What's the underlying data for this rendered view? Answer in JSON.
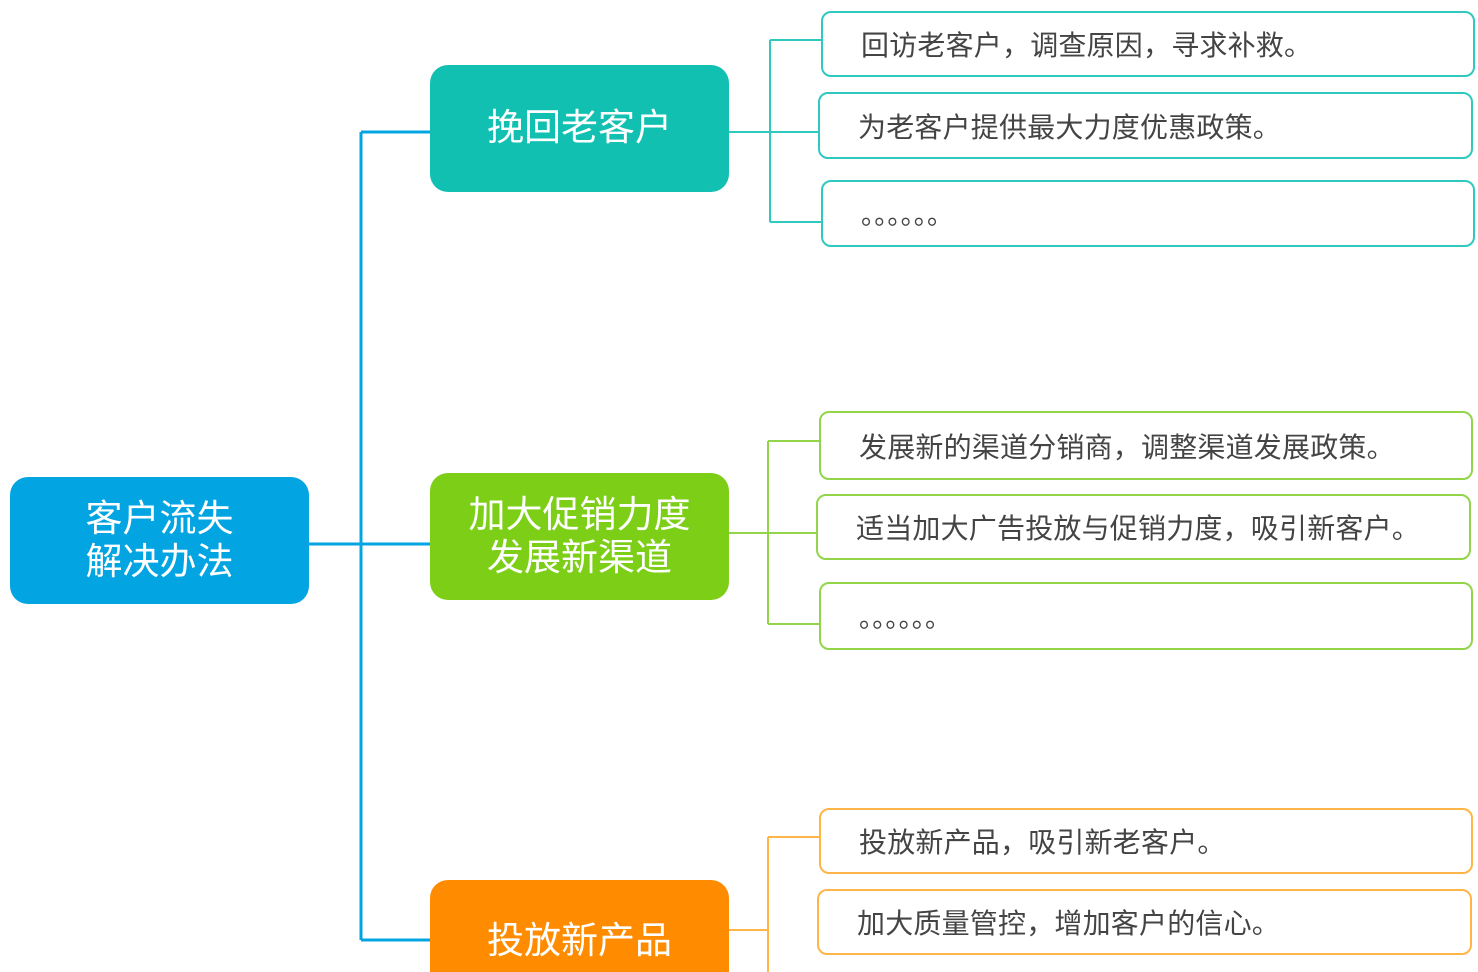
{
  "root": {
    "label": "客户流失\n解决办法",
    "color": "#03a4e2"
  },
  "branches": [
    {
      "label": "挽回老客户",
      "color": "#12c0b2",
      "leaf_border": "#2fc9c0",
      "items": [
        "回访老客户，调查原因，寻求补救。",
        "为老客户提供最大力度优惠政策。",
        "。。。。。。"
      ]
    },
    {
      "label": "加大促销力度\n发展新渠道",
      "color": "#7ccf16",
      "leaf_border": "#92d54a",
      "items": [
        "发展新的渠道分销商，调整渠道发展政策。",
        "适当加大广告投放与促销力度，吸引新客户。",
        "。。。。。。"
      ]
    },
    {
      "label": "投放新产品",
      "color": "#ff8c00",
      "leaf_border": "#ffb547",
      "items": [
        "投放新产品，吸引新老客户。",
        "加大质量管控，增加客户的信心。"
      ]
    }
  ]
}
